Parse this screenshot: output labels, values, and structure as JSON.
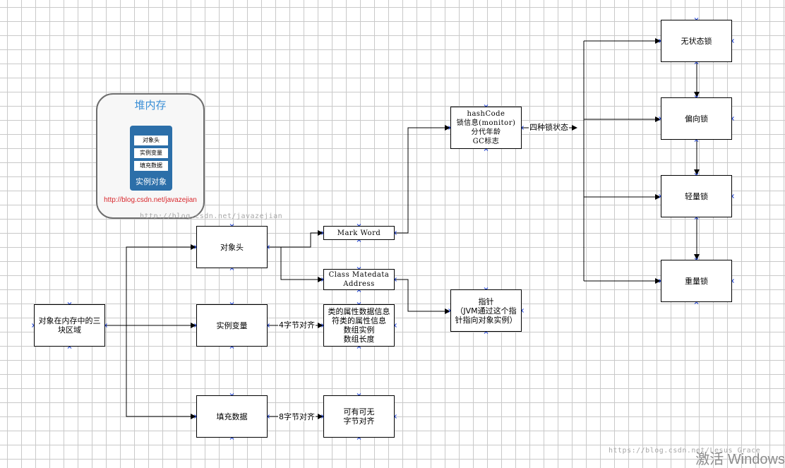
{
  "nodes": {
    "root": "对象在内存中的三\n块区域",
    "header": "对象头",
    "instance": "实例变量",
    "padding": "填充数据",
    "mark_word": "Mark Word",
    "class_metadata": "Class Matedata\nAddress",
    "mark_info": "hashCode\n锁信息(monitor)\n分代年龄\nGC标志",
    "pointer": "指针\n（JVM通过这个指\n针指向对象实例）",
    "instance_info": "类的属性数据信息\n符类的属性信息\n数组实例\n数组长度",
    "padding_info": "可有可无\n字节对齐",
    "lock_none": "无状态锁",
    "lock_biased": "偏向锁",
    "lock_light": "轻量锁",
    "lock_heavy": "重量锁"
  },
  "edge_labels": {
    "four_lock_states": "四种锁状态",
    "align4": "4字节对齐",
    "align8": "8字节对齐"
  },
  "inset": {
    "title": "堆内存",
    "items": [
      "对象头",
      "实例变量",
      "填充数据"
    ],
    "caption": "实例对象",
    "url": "http://blog.csdn.net/javazejian"
  },
  "watermarks": {
    "inset_overlap": "http://blog.csdn.net/javazejian",
    "bottom": "https://blog.csdn.net/Lesus_Grace",
    "os": "激活 Windows"
  }
}
